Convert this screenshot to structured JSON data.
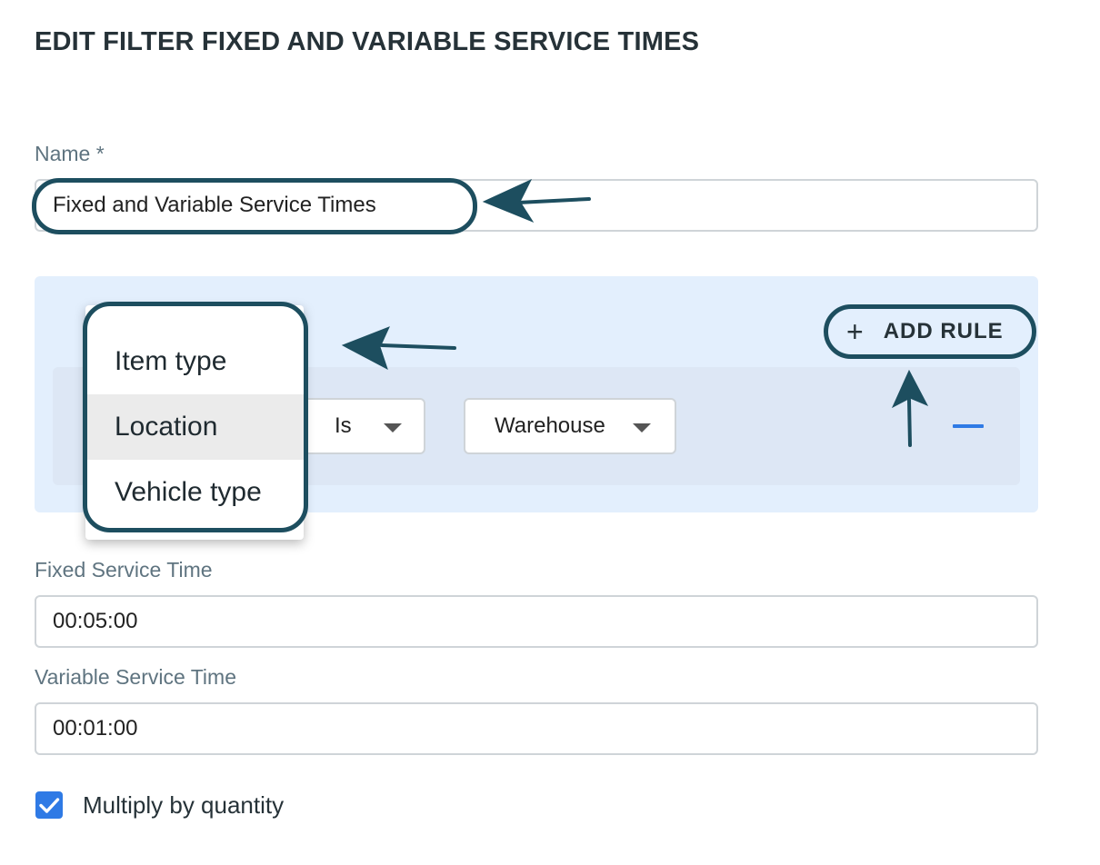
{
  "page": {
    "title": "EDIT FILTER FIXED AND VARIABLE SERVICE TIMES"
  },
  "name_field": {
    "label": "Name *",
    "value": "Fixed and Variable Service Times"
  },
  "rule": {
    "add_rule_label": "ADD RULE",
    "add_rule_icon": "plus-icon",
    "operator_value": "Is",
    "value_value": "Warehouse",
    "remove_icon": "minus-icon",
    "field_options": [
      "Item type",
      "Location",
      "Vehicle type"
    ],
    "highlighted_option": "Location"
  },
  "fixed_service_time": {
    "label": "Fixed Service Time",
    "value": "00:05:00"
  },
  "variable_service_time": {
    "label": "Variable Service Time",
    "value": "00:01:00"
  },
  "multiply": {
    "label": "Multiply by quantity",
    "checked": true
  },
  "colors": {
    "annotation": "#1d4e5f",
    "accent": "#2f7ae5",
    "panel_bg": "#e3effd"
  }
}
